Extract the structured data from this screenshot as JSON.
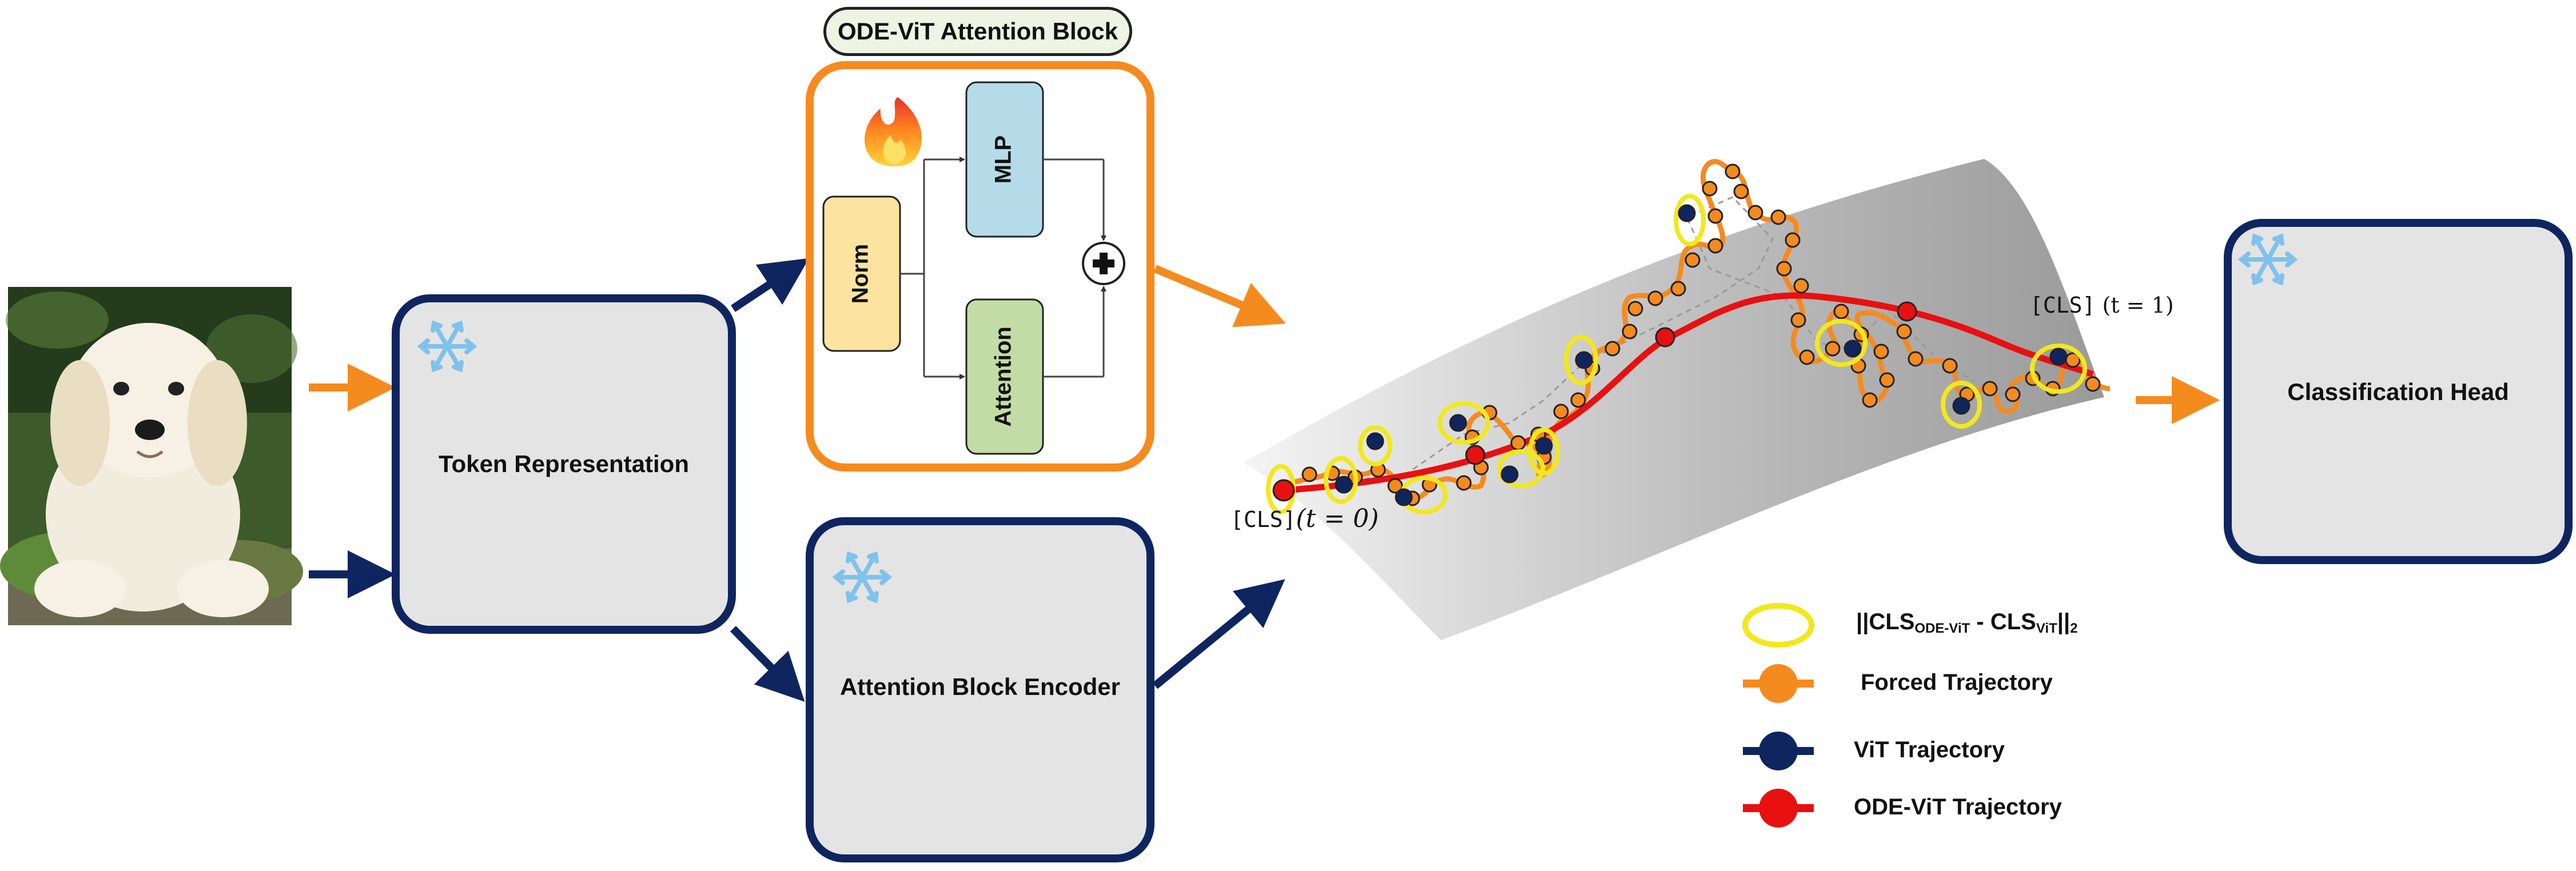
{
  "title": "ODE-ViT Attention Block",
  "blocks": {
    "token_representation": "Token Representation",
    "attention_block_encoder": "Attention Block Encoder",
    "classification_head": "Classification Head",
    "norm": "Norm",
    "mlp": "MLP",
    "attention": "Attention"
  },
  "trajectory_labels": {
    "cls_start_token": "[CLS]",
    "cls_start_time": "(t = 0)",
    "cls_end_token": "[CLS]",
    "cls_end_time": "(t = 1)"
  },
  "legend": {
    "norm_prefix": "||",
    "norm_cls_a": "CLS",
    "norm_sub_a": "ODE-ViT",
    "norm_minus": " - ",
    "norm_cls_b": "CLS",
    "norm_sub_b": "ViT",
    "norm_suffix": "||",
    "norm_sub_2": "2",
    "forced": "Forced Trajectory",
    "vit": "ViT Trajectory",
    "odevit": "ODE-ViT Trajectory"
  },
  "colors": {
    "orange": "#f58b1f",
    "navy": "#0f2560",
    "red": "#e81010",
    "yellow": "#f2e81c",
    "frozen_fill": "#e4e4e4",
    "norm_fill": "#fde3a0",
    "mlp_fill": "#b6dbe8",
    "attention_fill": "#c3dca6",
    "snowflake": "#7fc2ec"
  },
  "icons": [
    "snowflake-icon",
    "fire-icon",
    "plus-icon",
    "dog-photo"
  ]
}
